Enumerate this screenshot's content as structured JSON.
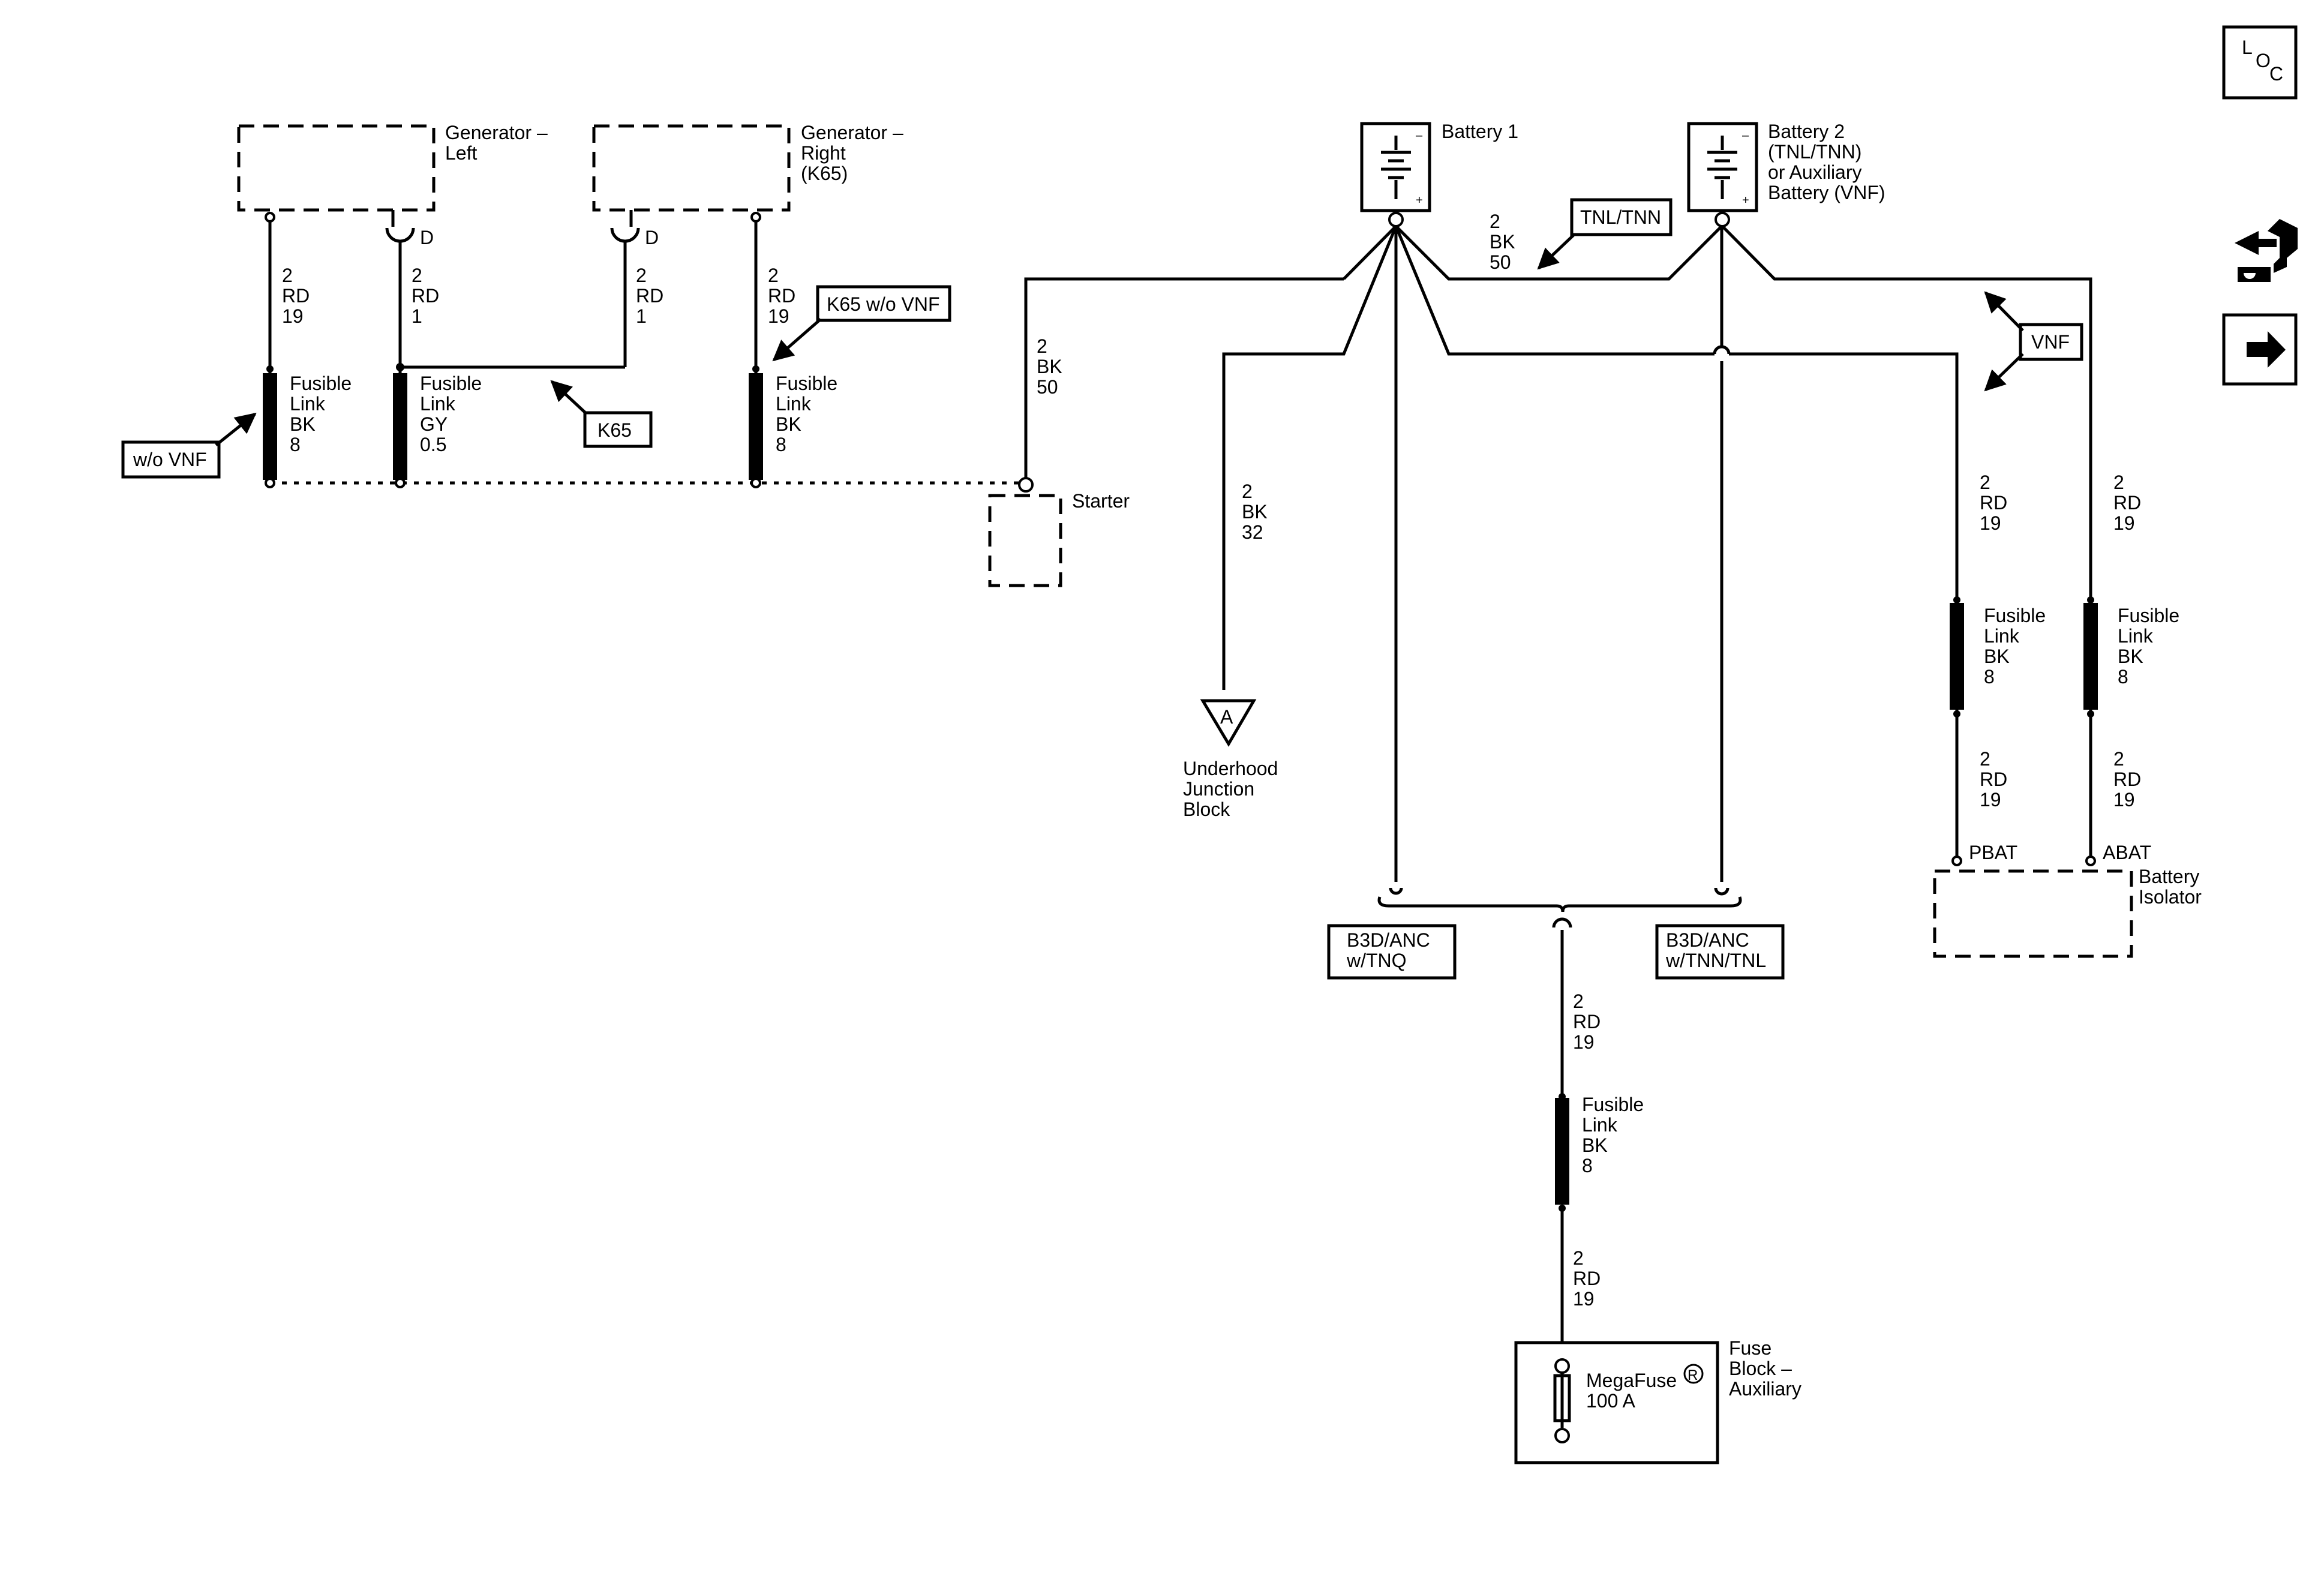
{
  "components": {
    "gen_left": [
      "Generator –",
      "Left"
    ],
    "gen_right": [
      "Generator –",
      "Right",
      "(K65)"
    ],
    "battery1": [
      "Battery 1"
    ],
    "battery2": [
      "Battery 2",
      "(TNL/TNN)",
      "or Auxiliary",
      "Battery (VNF)"
    ],
    "starter": [
      "Starter"
    ],
    "ujb": [
      "Underhood",
      "Junction",
      "Block"
    ],
    "ujb_letter": "A",
    "isolator": [
      "Battery",
      "Isolator"
    ],
    "fuse_block": [
      "Fuse",
      "Block –",
      "Auxiliary"
    ],
    "megafuse": [
      "MegaFuse",
      "100 A"
    ],
    "megafuse_mark": "R",
    "pin_d_left": "D",
    "pin_d_right": "D",
    "pbat": "PBAT",
    "abat": "ABAT"
  },
  "wires": {
    "gl_out": [
      "2",
      "RD",
      "19"
    ],
    "gl_d": [
      "2",
      "RD",
      "1"
    ],
    "gr_d": [
      "2",
      "RD",
      "1"
    ],
    "gr_out": [
      "2",
      "RD",
      "19"
    ],
    "starter_feed": [
      "2",
      "BK",
      "50"
    ],
    "b1_b2": [
      "2",
      "BK",
      "50"
    ],
    "ujb_feed": [
      "2",
      "BK",
      "32"
    ],
    "iso_p_top": [
      "2",
      "RD",
      "19"
    ],
    "iso_a_top": [
      "2",
      "RD",
      "19"
    ],
    "iso_p_bot": [
      "2",
      "RD",
      "19"
    ],
    "iso_a_bot": [
      "2",
      "RD",
      "19"
    ],
    "mf_top": [
      "2",
      "RD",
      "19"
    ],
    "mf_bot": [
      "2",
      "RD",
      "19"
    ]
  },
  "fusible_links": {
    "f1": [
      "Fusible",
      "Link",
      "BK",
      "8"
    ],
    "f2": [
      "Fusible",
      "Link",
      "GY",
      "0.5"
    ],
    "f3": [
      "Fusible",
      "Link",
      "BK",
      "8"
    ],
    "f4": [
      "Fusible",
      "Link",
      "BK",
      "8"
    ],
    "f5": [
      "Fusible",
      "Link",
      "BK",
      "8"
    ],
    "f6": [
      "Fusible",
      "Link",
      "BK",
      "8"
    ]
  },
  "options": {
    "wo_vnf": "w/o VNF",
    "k65": "K65",
    "k65_wo_vnf": "K65 w/o VNF",
    "tnl_tnn": "TNL/TNN",
    "vnf": "VNF",
    "b3d_tnq": [
      "B3D/ANC",
      "w/TNQ"
    ],
    "b3d_tnn": [
      "B3D/ANC",
      "w/TNN/TNL"
    ]
  },
  "nav": {
    "loc": [
      "L",
      "O",
      "C"
    ],
    "icons": [
      "loc-icon",
      "connector-icon",
      "next-icon"
    ]
  }
}
